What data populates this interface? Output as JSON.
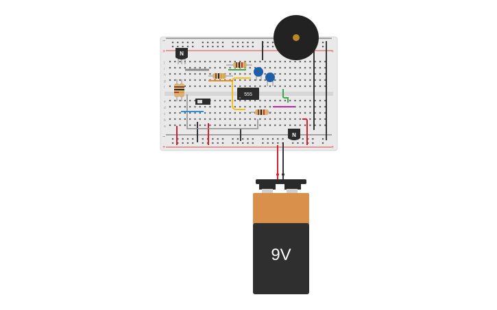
{
  "colors": {
    "breadboard": "#e9e9e9",
    "breadboard_edge": "#d7d7d7",
    "rail_red": "#d9434b",
    "rail_blue": "#5a5a5a",
    "hole": "#5c5c5c",
    "battery_top": "#d8904a",
    "battery_body": "#2f2f2f",
    "clip": "#2a2a2a",
    "buzzer": "#222222",
    "buzzer_center": "#b9862c",
    "capacitor": "#1f5fa8",
    "chip": "#2b2b2b",
    "wire_red": "#d61f2b",
    "wire_black": "#333333",
    "wire_yellow": "#f2c01e",
    "wire_green": "#3aa64a",
    "wire_magenta": "#c0279a",
    "wire_blue": "#2c8fd8",
    "wire_gray": "#8a8a8a",
    "wire_orange": "#f08a1f"
  },
  "breadboard": {
    "rail_signs": {
      "plus": "+",
      "minus": "−"
    },
    "row_letters_top": [
      "f",
      "g",
      "h",
      "i",
      "j"
    ],
    "row_letters_bottom": [
      "a",
      "b",
      "c",
      "d",
      "e"
    ]
  },
  "components": {
    "ic_label": "555",
    "transistor_top_label": "N",
    "transistor_bottom_label": "N",
    "battery_label": "9V"
  },
  "icons": {
    "buzzer": "piezo-buzzer-icon",
    "battery": "battery-9v-icon",
    "switch": "slide-switch-icon"
  }
}
